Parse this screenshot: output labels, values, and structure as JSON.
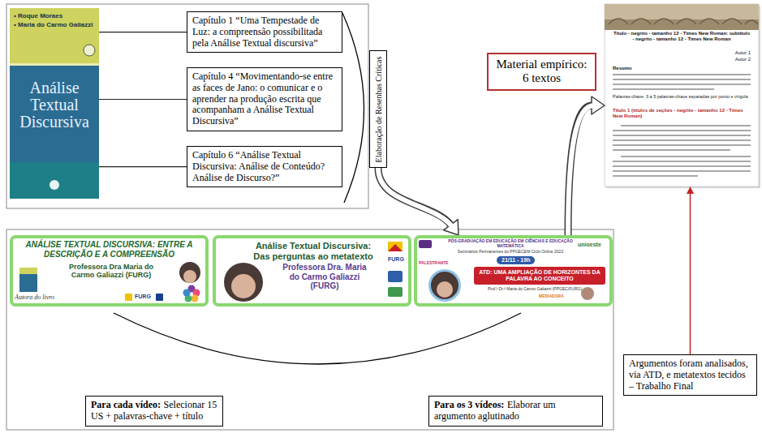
{
  "diagram": {
    "nodes": [
      {
        "text": [
          "• Roque Moraes",
          "• Maria do Carmo Galiazzi",
          "Análise Textual Discursiva"
        ]
      },
      {
        "text": [
          "Capítulo 1 “Uma Tempestade de Luz: a compreensão possibilitada pela Análise Textual discursiva”"
        ]
      },
      {
        "text": [
          "Capítulo 4 “Movimentando-se entre as faces de Jano: o comunicar e o aprender na produção escrita que acompanham a Análise Textual Discursiva”"
        ]
      },
      {
        "text": [
          "Capítulo 6 “Análise Textual Discursiva: Análise de Conteúdo? Análise de Discurso?”"
        ]
      },
      {
        "text": [
          "Elaboração de Resenhas Críticas"
        ]
      },
      {
        "text": [
          "Material empírico: 6 textos"
        ]
      },
      {
        "text": [
          "Título - negrito - tamanho 12 - Times New Roman: subtítulo - negrito - tamanho 12 - Times New Roman",
          "Autor 1",
          "Autor 2",
          "Resumo",
          "Palavras-chave: 3 a 5 palavras-chave separadas por ponto e vírgula.",
          "Título 1 (títulos de seções - negrito - tamanho 12 - Times New Roman)"
        ]
      },
      {
        "text": [
          "ANÁLISE TEXTUAL DISCURSIVA: ENTRE A DESCRIÇÃO E A COMPREENSÃO",
          "Professora Dra Maria do Carmo Galiazzi (FURG)",
          "Autora do livro",
          "FURG"
        ]
      },
      {
        "text": [
          "Análise Textual Discursiva: Das perguntas ao metatexto",
          "Professora Dra. Maria do Carmo Galiazzi (FURG)",
          "FURG"
        ]
      },
      {
        "text": [
          "PÓS-GRADUAÇÃO EM EDUCAÇÃO EM CIÊNCIAS E EDUCAÇÃO MATEMÁTICA",
          "Seminários Permanentes do PPGECEM Ciclo Online 2022",
          "unioeste",
          "21/11 - 19h",
          "PALESTRANTE",
          "ATD: UMA AMPLIAÇÃO DE HORIZONTES DA PALAVRA AO CONCEITO",
          "Prof.ª Dr.ª Maria do Carmo Galiazzi (PPGEC/FURG)",
          "MEDIADORA"
        ]
      },
      {
        "text": [
          "Para cada vídeo:",
          "Selecionar 15 US + palavras-chave + título"
        ]
      },
      {
        "text": [
          "Para os 3 vídeos:",
          "Elaborar um argumento aglutinado"
        ]
      },
      {
        "text": [
          "Argumentos foram analisados, via ATD, e metatextos tecidos – Trabalho Final"
        ]
      }
    ],
    "edges": [
      {
        "from": 0,
        "to": 1,
        "arrow": "none"
      },
      {
        "from": 0,
        "to": 2,
        "arrow": "none"
      },
      {
        "from": 0,
        "to": 3,
        "arrow": "none"
      },
      {
        "from": 4,
        "to": 9,
        "arrow": "to"
      },
      {
        "from": 9,
        "to": 6,
        "arrow": "to"
      },
      {
        "from": 12,
        "to": 6,
        "arrow": "to"
      }
    ]
  }
}
